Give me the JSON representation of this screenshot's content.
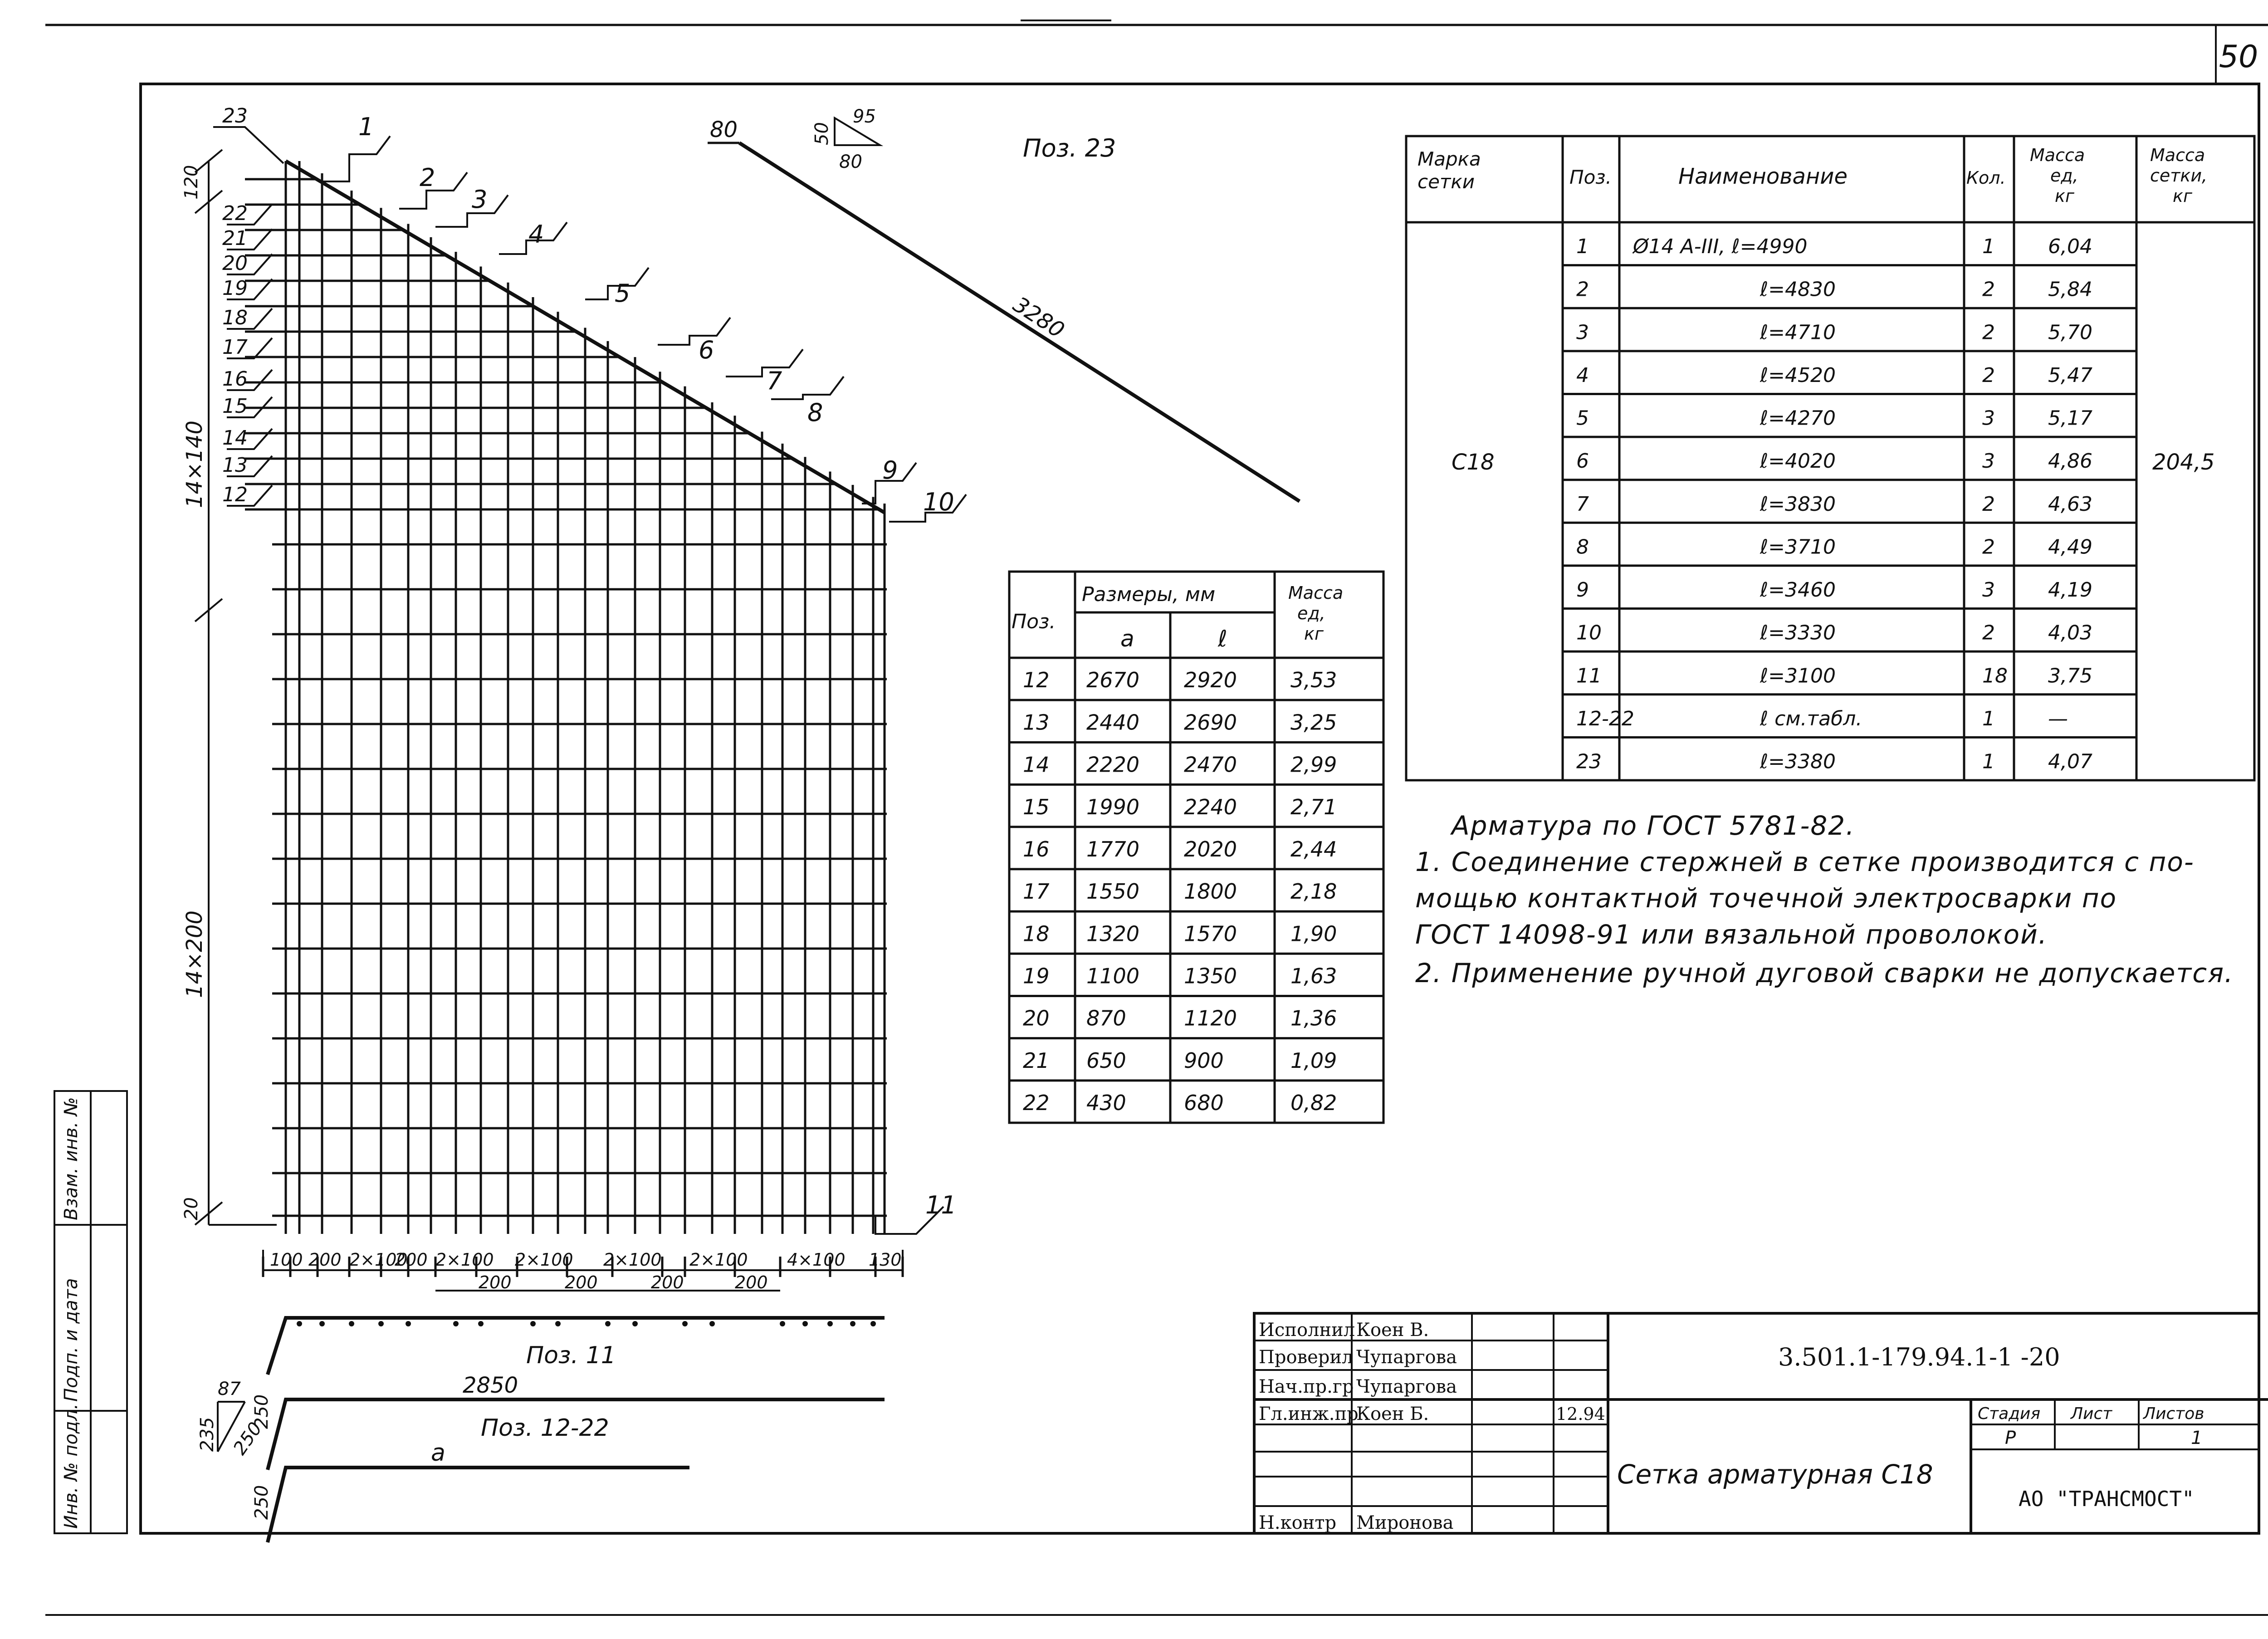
{
  "sheet_number": "50",
  "drawing": {
    "bar_labels_top": [
      "1",
      "2",
      "3",
      "4",
      "5",
      "6",
      "7",
      "8",
      "9",
      "10"
    ],
    "bar_labels_left": [
      "23",
      "22",
      "21",
      "20",
      "19",
      "18",
      "17",
      "16",
      "15",
      "14",
      "13",
      "12"
    ],
    "bar_label_11": "11",
    "dim_top": "120",
    "dim_140": "14×140",
    "dim_200": "14×200",
    "dim_bottom": "20",
    "dim_row1": [
      "100",
      "200",
      "2×100",
      "200",
      "2×100",
      "2×100",
      "2×100",
      "2×100",
      "4×100",
      "130"
    ],
    "dim_row2": [
      "200",
      "200",
      "200",
      "200"
    ]
  },
  "pos23": {
    "title": "Поз. 23",
    "left_dim": "80",
    "length": "3280",
    "triangle": [
      "50",
      "95",
      "80"
    ]
  },
  "bend_details": {
    "pos11_title": "Поз. 11",
    "pos11_length": "2850",
    "pos11_hook": "250",
    "pos12_title": "Поз. 12-22",
    "pos12_length": "a",
    "pos12_hook": "250",
    "triangle": [
      "235",
      "87",
      "250"
    ]
  },
  "dims_table": {
    "headers": {
      "pos": "Поз.",
      "sizes": "Размеры, мм",
      "a": "a",
      "l": "ℓ",
      "mass": "Масса ед, кг"
    },
    "rows": [
      [
        "12",
        "2670",
        "2920",
        "3,53"
      ],
      [
        "13",
        "2440",
        "2690",
        "3,25"
      ],
      [
        "14",
        "2220",
        "2470",
        "2,99"
      ],
      [
        "15",
        "1990",
        "2240",
        "2,71"
      ],
      [
        "16",
        "1770",
        "2020",
        "2,44"
      ],
      [
        "17",
        "1550",
        "1800",
        "2,18"
      ],
      [
        "18",
        "1320",
        "1570",
        "1,90"
      ],
      [
        "19",
        "1100",
        "1350",
        "1,63"
      ],
      [
        "20",
        "870",
        "1120",
        "1,36"
      ],
      [
        "21",
        "650",
        "900",
        "1,09"
      ],
      [
        "22",
        "430",
        "680",
        "0,82"
      ]
    ]
  },
  "spec_table": {
    "headers": {
      "mark": "Марка сетки",
      "pos": "Поз.",
      "name": "Наименование",
      "qty": "Кол.",
      "mass_unit": "Масса ед, кг",
      "mass_mesh": "Масса сетки, кг"
    },
    "mark": "С18",
    "total_mass": "204,5",
    "rows": [
      [
        "1",
        "Ø14 А-III, ℓ=4990",
        "1",
        "6,04"
      ],
      [
        "2",
        "ℓ=4830",
        "2",
        "5,84"
      ],
      [
        "3",
        "ℓ=4710",
        "2",
        "5,70"
      ],
      [
        "4",
        "ℓ=4520",
        "2",
        "5,47"
      ],
      [
        "5",
        "ℓ=4270",
        "3",
        "5,17"
      ],
      [
        "6",
        "ℓ=4020",
        "3",
        "4,86"
      ],
      [
        "7",
        "ℓ=3830",
        "2",
        "4,63"
      ],
      [
        "8",
        "ℓ=3710",
        "2",
        "4,49"
      ],
      [
        "9",
        "ℓ=3460",
        "3",
        "4,19"
      ],
      [
        "10",
        "ℓ=3330",
        "2",
        "4,03"
      ],
      [
        "11",
        "ℓ=3100",
        "18",
        "3,75"
      ],
      [
        "12-22",
        "ℓ см.табл.",
        "1",
        "—"
      ],
      [
        "23",
        "ℓ=3380",
        "1",
        "4,07"
      ]
    ]
  },
  "notes": {
    "line0": "Арматура  по ГОСТ 5781-82.",
    "line1": "1.  Соединение  стержней  в сетке  производится  с по-",
    "line2": "мощью  контактной  точечной  электросварки  по",
    "line3": "ГОСТ 14098-91  или вязальной  проволокой.",
    "line4": "2.   Применение   ручной дуговой сварки не допускается."
  },
  "title_block": {
    "roles": [
      "Исполнил",
      "Проверил",
      "Нач.пр.гр",
      "Гл.инж.пр",
      "",
      "",
      "Н.контр"
    ],
    "names": [
      "Коен В.",
      "Чупаргова",
      "Чупаргова",
      "Коен Б.",
      "",
      "",
      "Миронова"
    ],
    "date": "12.94",
    "code": "3.501.1-179.94.1-1 -20",
    "title": "Сетка арматурная С18",
    "stage_h": "Стадия",
    "sheet_h": "Лист",
    "sheets_h": "Листов",
    "stage": "Р",
    "sheets": "1",
    "company": "АО \"ТРАНСМОСТ\""
  },
  "side_stamp": [
    "Инв. № подл.",
    "Подп. и дата",
    "Взам. инв. №"
  ]
}
